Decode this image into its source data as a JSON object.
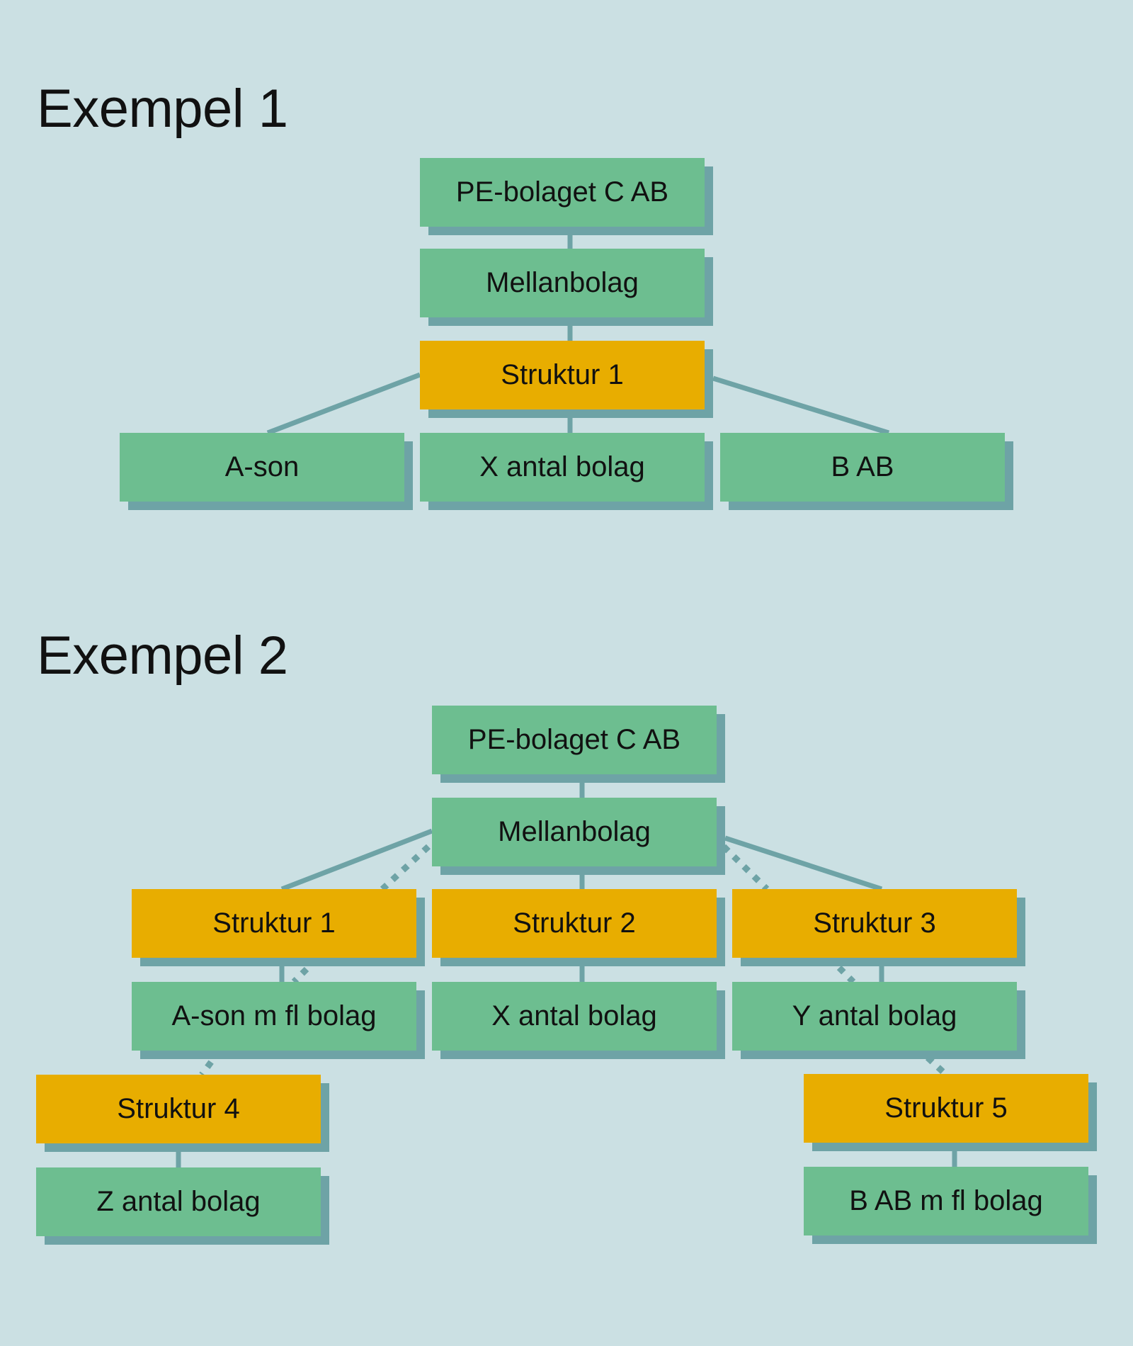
{
  "colors": {
    "background": "#cbe0e3",
    "company_box": "#6dbe90",
    "structure_box": "#e8ad00",
    "connector": "#6ea3a6",
    "box_shadow": "#6ea3a6"
  },
  "example1": {
    "title": "Exempel 1",
    "nodes": {
      "pe_company": "PE-bolaget C AB",
      "intermediate": "Mellanbolag",
      "structure1": "Struktur 1",
      "a_son": "A-son",
      "x_companies": "X antal bolag",
      "b_ab": "B AB"
    }
  },
  "example2": {
    "title": "Exempel 2",
    "nodes": {
      "pe_company": "PE-bolaget C AB",
      "intermediate": "Mellanbolag",
      "structure1": "Struktur 1",
      "structure2": "Struktur 2",
      "structure3": "Struktur 3",
      "a_son_group": "A-son m fl bolag",
      "x_companies": "X antal bolag",
      "y_companies": "Y antal bolag",
      "structure4": "Struktur 4",
      "structure5": "Struktur 5",
      "z_companies": "Z antal bolag",
      "b_ab_group": "B AB m fl bolag"
    }
  }
}
